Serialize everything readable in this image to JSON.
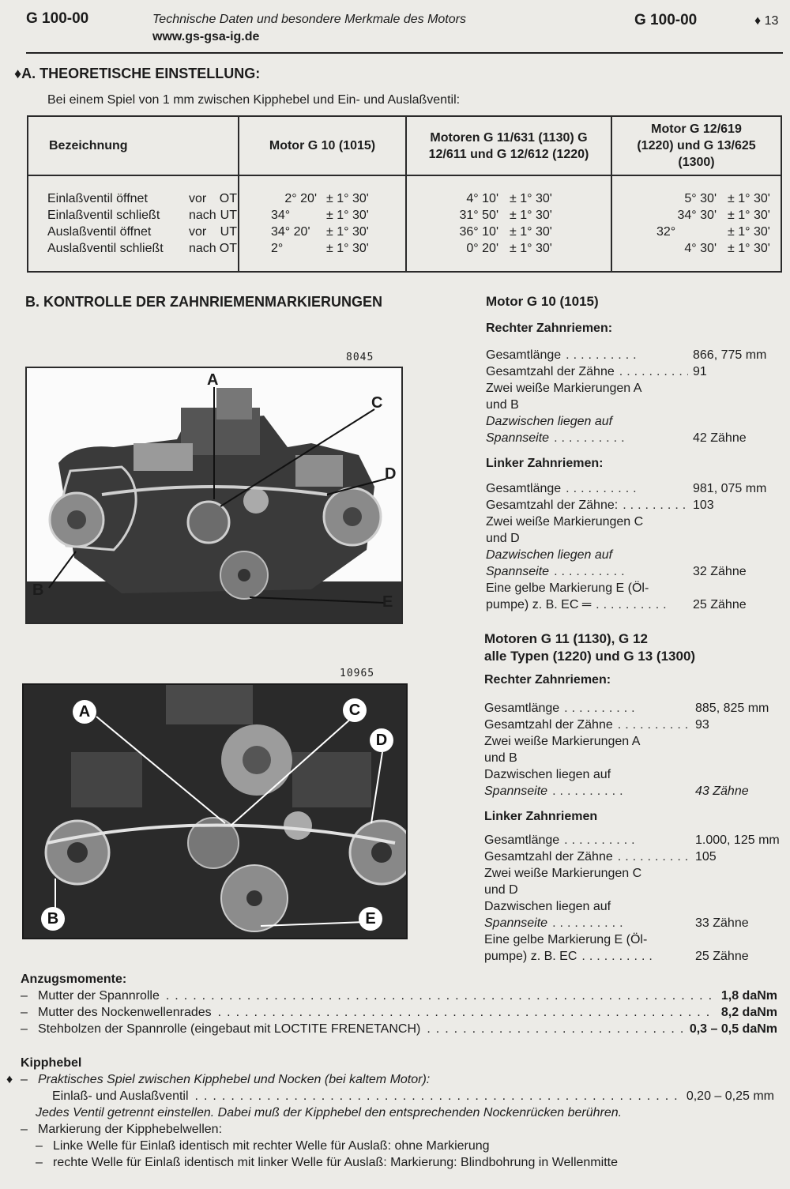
{
  "header": {
    "code_left": "G 100-00",
    "title": "Technische Daten und besondere Merkmale des Motors",
    "url": "www.gs-gsa-ig.de",
    "code_right": "G 100-00",
    "page": "♦ 13"
  },
  "sectionA": {
    "title": "♦A. THEORETISCHE EINSTELLUNG:",
    "intro": "Bei einem Spiel von 1 mm zwischen Kipphebel und Ein- und Auslaßventil:",
    "table": {
      "col0": "Bezeichnung",
      "col1": "Motor G 10 (1015)",
      "col2": "Motoren G 11/631 (1130) G 12/611 und G 12/612 (1220)",
      "col3": "Motor G 12/619 (1220) und G 13/625 (1300)",
      "rows": [
        {
          "name": "Einlaßventil öffnet",
          "when": "vor",
          "pos": "OT",
          "v1": "2° 20'",
          "v2": "4° 10'",
          "v3": "5° 30'",
          "tol": "± 1° 30'"
        },
        {
          "name": "Einlaßventil schließt",
          "when": "nach",
          "pos": "UT",
          "v1": "34°",
          "v2": "31° 50'",
          "v3": "34° 30'",
          "tol": "± 1° 30'"
        },
        {
          "name": "Auslaßventil öffnet",
          "when": "vor",
          "pos": "UT",
          "v1": "34° 20'",
          "v2": "36° 10'",
          "v3": "32°",
          "tol": "± 1° 30'"
        },
        {
          "name": "Auslaßventil schließt",
          "when": "nach",
          "pos": "OT",
          "v1": "2°",
          "v2": "0° 20'",
          "v3": "4° 30'",
          "tol": "± 1° 30'"
        }
      ]
    }
  },
  "sectionB": {
    "title": "B. KONTROLLE DER ZAHNRIEMENMARKIERUNGEN",
    "fig1_number": "8045",
    "fig2_number": "10965",
    "fig_labels": {
      "a": "A",
      "b": "B",
      "c": "C",
      "d": "D",
      "e": "E"
    }
  },
  "engine1": {
    "title": "Motor G 10 (1015)",
    "right_title": "Rechter Zahnriemen:",
    "r_len_label": "Gesamtlänge",
    "r_len_val": "866, 775 mm",
    "r_teeth_label": "Gesamtzahl der Zähne",
    "r_teeth_val": "91",
    "r_mark1": "Zwei weiße Markierungen A",
    "r_mark2": "und B",
    "r_between": "Dazwischen liegen auf",
    "r_spann": "Spannseite",
    "r_spann_val": "42 Zähne",
    "left_title": "Linker Zahnriemen:",
    "l_len_label": "Gesamtlänge",
    "l_len_val": "981, 075 mm",
    "l_teeth_label": "Gesamtzahl der Zähne:",
    "l_teeth_val": "103",
    "l_mark1": "Zwei weiße Markierungen C",
    "l_mark2": "und D",
    "l_between": "Dazwischen liegen auf",
    "l_spann": "Spannseite",
    "l_spann_val": "32 Zähne",
    "l_yellow1": "Eine gelbe Markierung E (Öl-",
    "l_yellow2": "pumpe) z. B. EC ═",
    "l_yellow_val": "25 Zähne"
  },
  "engine2": {
    "title1": "Motoren G 11 (1130), G 12",
    "title2": "alle Typen (1220) und G 13 (1300)",
    "right_title": "Rechter Zahnriemen:",
    "r_len_label": "Gesamtlänge",
    "r_len_val": "885, 825 mm",
    "r_teeth_label": "Gesamtzahl der Zähne",
    "r_teeth_val": "93",
    "r_mark1": "Zwei weiße Markierungen A",
    "r_mark2": "und B",
    "r_between": "Dazwischen liegen auf",
    "r_spann": "Spannseite",
    "r_spann_val": "43 Zähne",
    "left_title": "Linker Zahnriemen",
    "l_len_label": "Gesamtlänge",
    "l_len_val": "1.000, 125 mm",
    "l_teeth_label": "Gesamtzahl der Zähne",
    "l_teeth_val": "105",
    "l_mark1": "Zwei weiße Markierungen C",
    "l_mark2": "und D",
    "l_between": "Dazwischen liegen auf",
    "l_spann": "Spannseite",
    "l_spann_val": "33 Zähne",
    "l_yellow1": "Eine gelbe Markierung E (Öl-",
    "l_yellow2": "pumpe) z. B. EC",
    "l_yellow_val": "25 Zähne"
  },
  "torque": {
    "title": "Anzugsmomente:",
    "items": [
      {
        "label": "Mutter der Spannrolle",
        "value": "1,8 daNm"
      },
      {
        "label": "Mutter des Nockenwellenrades",
        "value": "8,2 daNm"
      },
      {
        "label": "Stehbolzen der Spannrolle (eingebaut mit LOCTITE FRENETANCH)",
        "value": "0,3 – 0,5 daNm"
      }
    ]
  },
  "kipphebel": {
    "title": "Kipphebel",
    "play_label": "Praktisches Spiel zwischen Kipphebel und Nocken (bei kaltem Motor):",
    "valves_label": "Einlaß- und Auslaßventil",
    "valves_value": "0,20 – 0,25 mm",
    "note": "Jedes Ventil getrennt einstellen. Dabei muß der Kipphebel den entsprechenden Nockenrücken berühren.",
    "marking_title": "Markierung der Kipphebelwellen:",
    "marking1": "Linke Welle für Einlaß identisch mit rechter Welle für Auslaß: ohne Markierung",
    "marking2": "rechte Welle für Einlaß identisch mit linker Welle für Auslaß: Markierung: Blindbohrung in Wellenmitte"
  }
}
